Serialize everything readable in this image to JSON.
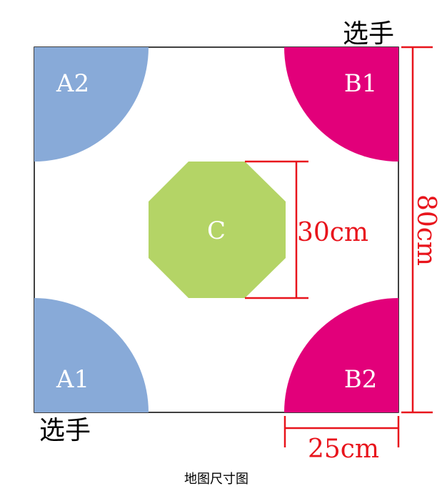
{
  "caption": "地图尺寸图",
  "colors": {
    "team_a": "#88aad8",
    "team_b": "#e2007a",
    "center": "#b4d466",
    "dimension": "#e8141c",
    "border": "#000000"
  },
  "zones": {
    "a2": "A2",
    "b1": "B1",
    "c": "C",
    "a1": "A1",
    "b2": "B2"
  },
  "players": {
    "top": "选手",
    "bottom": "选手"
  },
  "dimensions": {
    "side": "80cm",
    "octagon": "30cm",
    "corner": "25cm"
  }
}
